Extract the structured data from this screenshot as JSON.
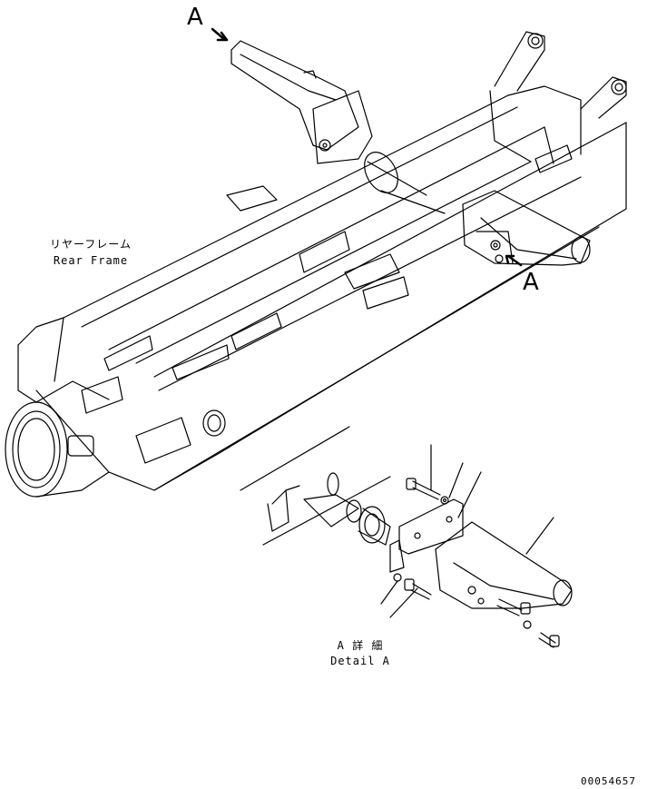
{
  "view_marker_top": "A",
  "view_marker_right": "A",
  "rear_frame_jp": "リヤーフレーム",
  "rear_frame_en": "Rear Frame",
  "detail_jp": "A 詳 細",
  "detail_en": "Detail A",
  "drawing_number": "00054657"
}
